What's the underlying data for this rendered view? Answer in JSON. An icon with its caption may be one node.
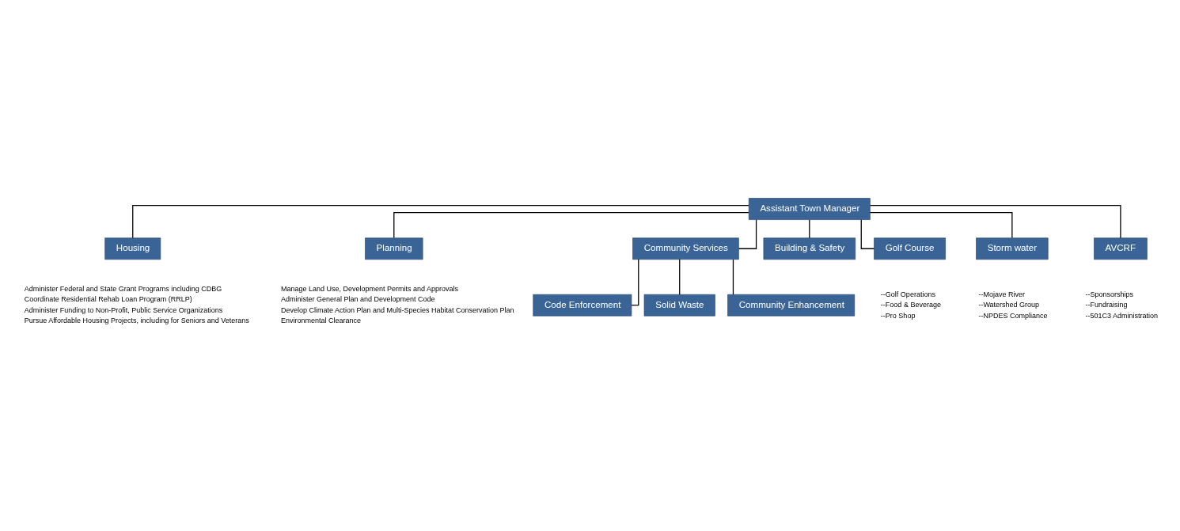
{
  "diagram": {
    "nodes": [
      {
        "text": [
          "Assistant Town Manager"
        ]
      },
      {
        "text": [
          "Housing"
        ],
        "beside": [
          "Administer Federal and State Grant Programs including CDBG",
          "Coordinate Residential Rehab Loan Program (RRLP)",
          "Administer Funding to Non-Profit, Public Service Organizations",
          "Pursue Affordable Housing Projects, including for Seniors and Veterans"
        ]
      },
      {
        "text": [
          "Planning"
        ],
        "beside": [
          "Manage Land Use, Development Permits and Approvals",
          "Administer General Plan and Development Code",
          "Develop Climate Action Plan and Multi-Species Habitat Conservation Plan",
          "Environmental Clearance"
        ]
      },
      {
        "text": [
          "Community Services"
        ]
      },
      {
        "text": [
          "Building & Safety"
        ]
      },
      {
        "text": [
          "Code Enforcement"
        ]
      },
      {
        "text": [
          "Solid Waste"
        ]
      },
      {
        "text": [
          "Golf Course"
        ],
        "beside": [
          "--Golf Operations",
          "--Food & Beverage",
          "--Pro Shop"
        ]
      },
      {
        "text": [
          "Community Enhancement"
        ]
      },
      {
        "text": [
          "Storm water"
        ],
        "beside": [
          "--Mojave River",
          "--Watershed Group",
          "--NPDES Compliance"
        ]
      },
      {
        "text": [
          "AVCRF"
        ],
        "beside": [
          "--Sponsorships",
          "--Fundraising",
          "--501C3 Administration"
        ]
      }
    ],
    "edges": [
      {
        "from": 0,
        "to": 4,
        "arrow": "none"
      },
      {
        "from": 0,
        "to": 7,
        "arrow": "none"
      },
      {
        "from": 0,
        "to": 1,
        "arrow": "none"
      },
      {
        "from": 0,
        "to": 2,
        "arrow": "none"
      },
      {
        "from": 0,
        "to": 9,
        "arrow": "none"
      },
      {
        "from": 0,
        "to": 10,
        "arrow": "none"
      },
      {
        "from": 0,
        "to": 3,
        "arrow": "none"
      },
      {
        "from": 3,
        "to": 5,
        "arrow": "none"
      },
      {
        "from": 3,
        "to": 6,
        "arrow": "none"
      },
      {
        "from": 3,
        "to": 8,
        "arrow": "none"
      }
    ]
  }
}
